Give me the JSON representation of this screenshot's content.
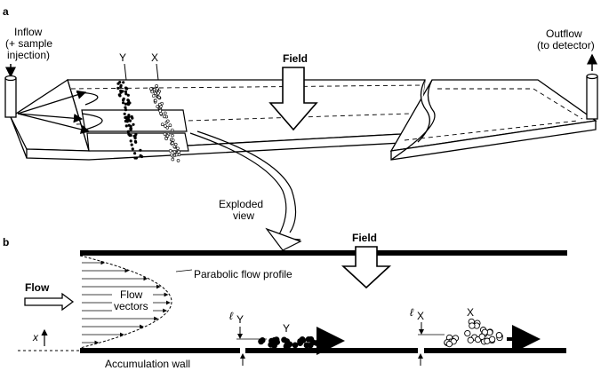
{
  "panel_a": {
    "letter": "a",
    "inflow_lines": [
      "Inflow",
      "(+ sample",
      "injection)"
    ],
    "outflow_lines": [
      "Outflow",
      "(to detector)"
    ],
    "field": "Field",
    "band_y": "Y",
    "band_x": "X",
    "exploded_lines": [
      "Exploded",
      "view"
    ]
  },
  "panel_b": {
    "letter": "b",
    "field": "Field",
    "parabolic_label": "Parabolic flow profile",
    "flow_label": "Flow",
    "flow_vectors_lines": [
      "Flow",
      "vectors"
    ],
    "x_axis_label": "x",
    "ly_main": "ℓ",
    "ly_sub": "Y",
    "lx_main": "ℓ",
    "lx_sub": "X",
    "cloud_y": "Y",
    "cloud_x": "X",
    "accumulation_wall": "Accumulation wall"
  }
}
